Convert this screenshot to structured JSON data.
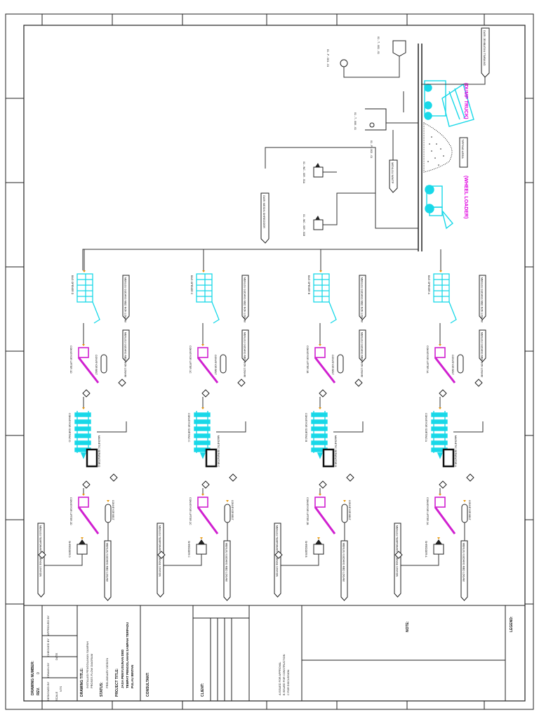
{
  "title_block": {
    "notes_label": "NOTE:",
    "legend_label": "LEGEND:",
    "project_title_label": "PROJECT TITLE:",
    "project_title_lines": [
      "JASA PENYUSUNAN DED",
      "TEMPAT PENGOLAHAN SAMPAH TERPADU",
      "PULAU BINTAN"
    ],
    "status_label": "STATUS:",
    "status_value": "PRELIMINARY DESIGN",
    "drawing_title_label": "DRAWING TITLE:",
    "drawing_title_lines": [
      "INSTALASI PENGOLAHAN SAMPAH",
      "PROSES FLOW DIAGRAM"
    ],
    "client_label": "CLIENT:",
    "consultant_label": "CONSULTANT:",
    "drawing_number_label": "DRAWING NUMBER:",
    "rev_label": "REV.",
    "rev_value": "0",
    "designed_by": "DESIGNED BY",
    "drawn_by": "DRAWN BY",
    "checked_by": "CHECKED BY",
    "approved_by": "APPROVED BY",
    "scale_label": "SCALE",
    "scale_value": "NTS",
    "date_label": "DATE",
    "issue_list": [
      "A  ISSUED FOR APPROVAL",
      "B  ISSUED FOR CONSTRUCTION",
      "C  FOR DISCUSSION"
    ]
  },
  "labels": {
    "dump_truck": "(DUMP TRUCK)",
    "wheel_loader": "(WHEEL LOADER)",
    "tipping_area": "TIPPING AREA",
    "menuju_wwtp": "MENUJU WWTP",
    "dari_mesin_shredder": "DARI MESIN SHREDDER",
    "jembatan_timbang": "DARI JEMBATAN TIMBANG",
    "tangki_air": "01 - T - 001 - 01",
    "pompa_booster": "01 - P - 001 - 01",
    "bak_penampung": "01 - T - 006 - 01",
    "pompa_submersible": "01 - P - 002 - 01",
    "wood_chipper_a": "01 - WC - 009 - 01A",
    "wood_chipper_b": "01 - WC - 009 - 01B"
  },
  "lines": [
    {
      "id": "A",
      "bag_opener": "BAG OPENER A",
      "conveyor_lifter_1": "CONVEYOR LIFTER 1A",
      "conveyor_sorting": "CONVEYOR SORTING A",
      "magnetic_separator": "MAGNETIC SEPARATOR A",
      "conveyor_lifter_2": "CONVEYOR LIFTER 2A",
      "shredder": "SHREDDER A",
      "conveyor_belt_1": "CONVEYOR BELT",
      "conveyor_belt_2": "CONVEYOR BELT",
      "to_non_logam_1": "MENUJU GUDANG MED NON LOGAM",
      "to_non_logam_2": "MENUJU GUDANG MED NON LOGAM",
      "to_logam": "MENUJU GUDANG MED LOGAM",
      "to_storage": "MENUJU TEMPORARY STORAGE STATION"
    },
    {
      "id": "B",
      "bag_opener": "BAG OPENER B",
      "conveyor_lifter_1": "CONVEYOR LIFTER 1B",
      "conveyor_sorting": "CONVEYOR SORTING B",
      "magnetic_separator": "MAGNETIC SEPARATOR B",
      "conveyor_lifter_2": "CONVEYOR LIFTER 2B",
      "shredder": "SHREDDER B",
      "conveyor_belt_1": "CONVEYOR BELT",
      "conveyor_belt_2": "CONVEYOR BELT",
      "to_non_logam_1": "MENUJU GUDANG MED NON LOGAM",
      "to_non_logam_2": "MENUJU GUDANG MED NON LOGAM",
      "to_logam": "MENUJU GUDANG MED LOGAM",
      "to_storage": "MENUJU TEMPORARY STORAGE STATION"
    },
    {
      "id": "C",
      "bag_opener": "BAG OPENER C",
      "conveyor_lifter_1": "CONVEYOR LIFTER 1C",
      "conveyor_sorting": "CONVEYOR SORTING C",
      "magnetic_separator": "MAGNETIC SEPARATOR C",
      "conveyor_lifter_2": "CONVEYOR LIFTER 2C",
      "shredder": "SHREDDER C",
      "conveyor_belt_1": "CONVEYOR BELT",
      "conveyor_belt_2": "CONVEYOR BELT",
      "to_non_logam_1": "MENUJU GUDANG MED NON LOGAM",
      "to_non_logam_2": "MENUJU GUDANG MED NON LOGAM",
      "to_logam": "MENUJU GUDANG MED LOGAM",
      "to_storage": "MENUJU TEMPORARY STORAGE STATION"
    },
    {
      "id": "D",
      "bag_opener": "BAG OPENER D",
      "conveyor_lifter_1": "CONVEYOR LIFTER 1D",
      "conveyor_sorting": "CONVEYOR SORTING D",
      "magnetic_separator": "MAGNETIC SEPARATOR D",
      "conveyor_lifter_2": "CONVEYOR LIFTER 2D",
      "shredder": "SHREDDER D",
      "conveyor_belt_1": "CONVEYOR BELT",
      "conveyor_belt_2": "CONVEYOR BELT",
      "to_non_logam_1": "MENUJU GUDANG MED NON LOGAM",
      "to_non_logam_2": "MENUJU GUDANG MED NON LOGAM",
      "to_logam": "MENUJU GUDANG MED LOGAM",
      "to_storage": "MENUJU TEMPORARY STORAGE STATION"
    }
  ],
  "colors": {
    "equipment_cyan": "#18d8e8",
    "lifter_magenta": "#d020d0",
    "label_magenta": "#e000e0",
    "arrow_orange": "#e89a10",
    "line": "#333333"
  }
}
